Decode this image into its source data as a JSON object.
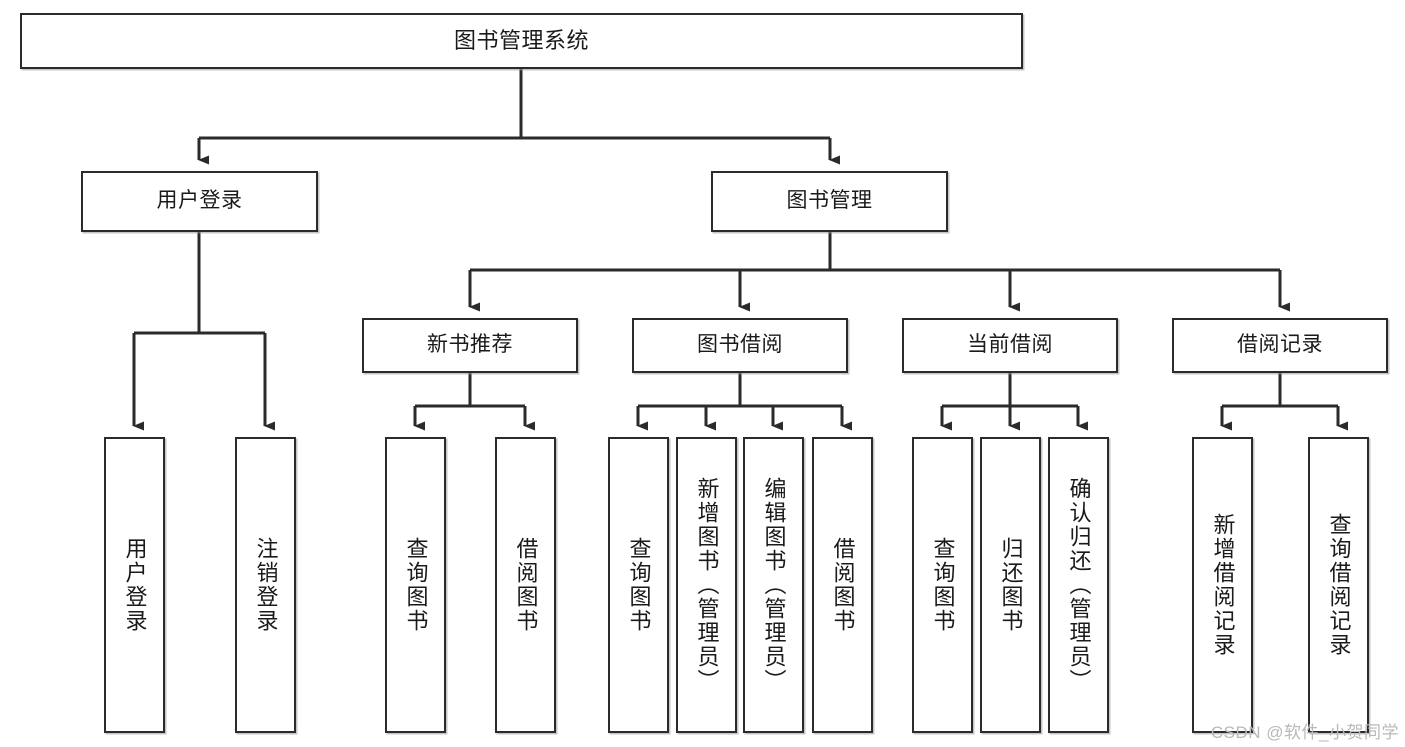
{
  "diagram": {
    "title": "图书管理系统",
    "type": "tree-hierarchy",
    "root": {
      "id": "root",
      "label": "图书管理系统",
      "shape": "horizontal-box"
    },
    "level2": [
      {
        "id": "user-login",
        "label": "用户登录",
        "shape": "horizontal-box"
      },
      {
        "id": "book-manage",
        "label": "图书管理",
        "shape": "horizontal-box"
      }
    ],
    "level3": [
      {
        "id": "new-book-rec",
        "label": "新书推荐",
        "shape": "horizontal-box",
        "parent": "book-manage"
      },
      {
        "id": "book-borrow",
        "label": "图书借阅",
        "shape": "horizontal-box",
        "parent": "book-manage"
      },
      {
        "id": "current-borrow",
        "label": "当前借阅",
        "shape": "horizontal-box",
        "parent": "book-manage"
      },
      {
        "id": "borrow-record",
        "label": "借阅记录",
        "shape": "horizontal-box",
        "parent": "book-manage"
      }
    ],
    "leaves": [
      {
        "id": "leaf-user-login",
        "label": "用户登录",
        "parent": "user-login"
      },
      {
        "id": "leaf-logout",
        "label": "注销登录",
        "parent": "user-login"
      },
      {
        "id": "leaf-query-book-1",
        "label": "查询图书",
        "parent": "new-book-rec"
      },
      {
        "id": "leaf-borrow-book-1",
        "label": "借阅图书",
        "parent": "new-book-rec"
      },
      {
        "id": "leaf-query-book-2",
        "label": "查询图书",
        "parent": "book-borrow"
      },
      {
        "id": "leaf-add-book",
        "label": "新增图书（管理员）",
        "parent": "book-borrow"
      },
      {
        "id": "leaf-edit-book",
        "label": "编辑图书（管理员）",
        "parent": "book-borrow"
      },
      {
        "id": "leaf-borrow-book-2",
        "label": "借阅图书",
        "parent": "book-borrow"
      },
      {
        "id": "leaf-query-book-3",
        "label": "查询图书",
        "parent": "current-borrow"
      },
      {
        "id": "leaf-return-book",
        "label": "归还图书",
        "parent": "current-borrow"
      },
      {
        "id": "leaf-confirm-return",
        "label": "确认归还（管理员）",
        "parent": "current-borrow"
      },
      {
        "id": "leaf-add-record",
        "label": "新增借阅记录",
        "parent": "borrow-record"
      },
      {
        "id": "leaf-query-record",
        "label": "查询借阅记录",
        "parent": "borrow-record"
      }
    ]
  },
  "watermark": {
    "text": "CSDN @软件_小贺同学"
  },
  "colors": {
    "box_border": "#2b2b2b",
    "box_fill": "#ffffff",
    "connector": "#2b2b2b",
    "text": "#1a1a1a",
    "watermark": "#b9b9b9",
    "page_background": "#ffffff"
  }
}
